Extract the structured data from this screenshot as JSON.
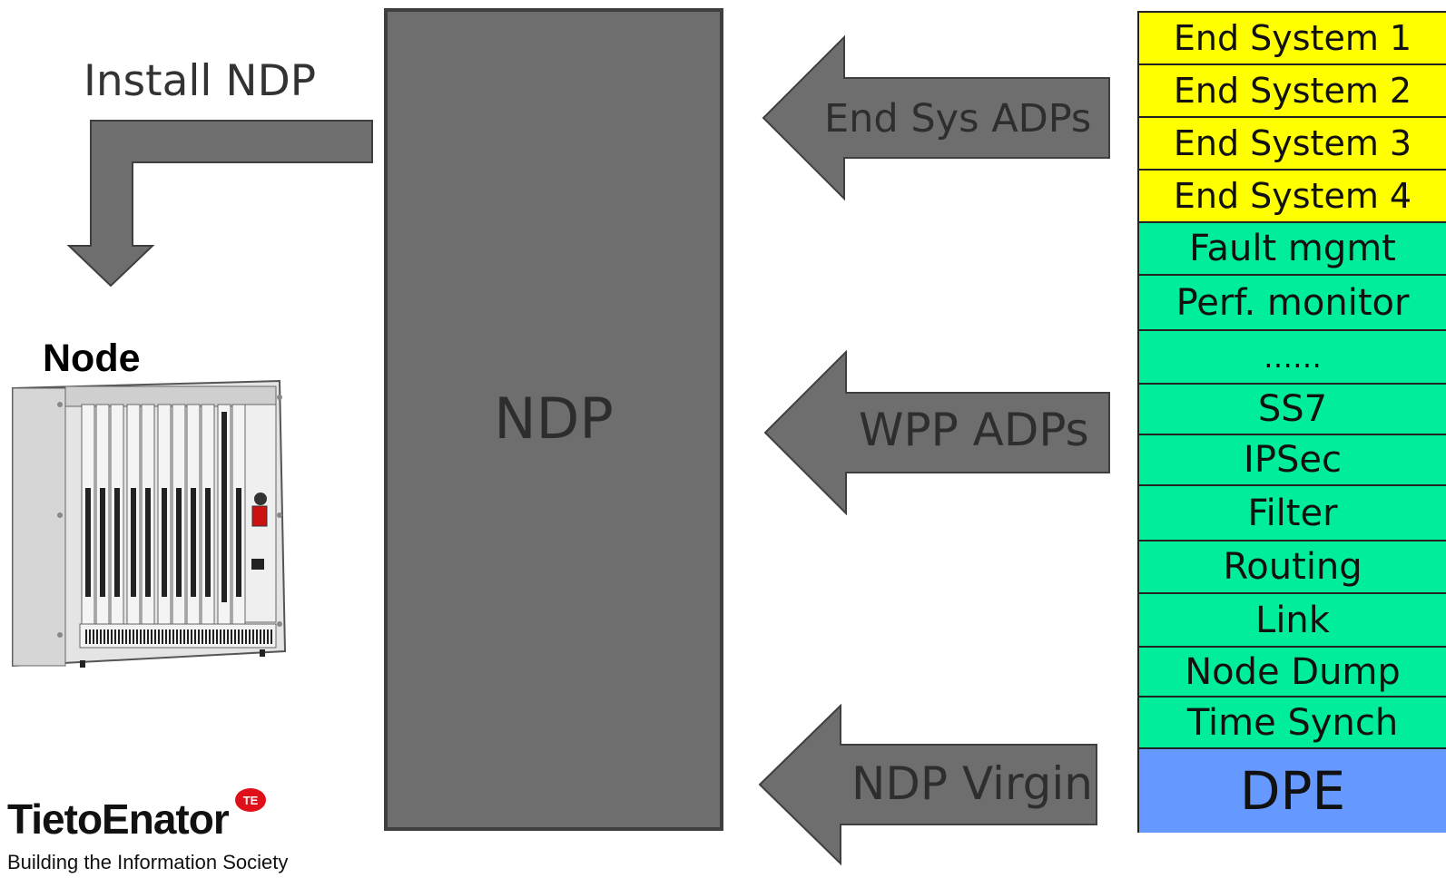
{
  "left_panel": {
    "install_label": "Install NDP",
    "node_label": "Node",
    "brand": {
      "name": "TietoEnator",
      "badge": "TE",
      "tagline": "Building the Information Society"
    }
  },
  "center": {
    "ndp_label": "NDP"
  },
  "arrows": [
    {
      "label": "End Sys ADPs"
    },
    {
      "label": "WPP ADPs"
    },
    {
      "label": "NDP Virgin"
    }
  ],
  "stack": {
    "layers": [
      {
        "label": "End System 1",
        "color": "#ffff00"
      },
      {
        "label": "End System 2",
        "color": "#ffff00"
      },
      {
        "label": "End System 3",
        "color": "#ffff00"
      },
      {
        "label": "End System 4",
        "color": "#ffff00"
      },
      {
        "label": "Fault mgmt",
        "color": "#00ee99"
      },
      {
        "label": "Perf. monitor",
        "color": "#00ee99"
      },
      {
        "label": "……",
        "color": "#00ee99"
      },
      {
        "label": "SS7",
        "color": "#00ee99"
      },
      {
        "label": "IPSec",
        "color": "#00ee99"
      },
      {
        "label": "Filter",
        "color": "#00ee99"
      },
      {
        "label": "Routing",
        "color": "#00ee99"
      },
      {
        "label": "Link",
        "color": "#00ee99"
      },
      {
        "label": "Node Dump",
        "color": "#00ee99"
      },
      {
        "label": "Time Synch",
        "color": "#00ee99"
      },
      {
        "label": "DPE",
        "color": "#6699ff"
      }
    ]
  },
  "colors": {
    "arrow_fill": "#6e6e6e",
    "arrow_stroke": "#3f3f3f"
  }
}
